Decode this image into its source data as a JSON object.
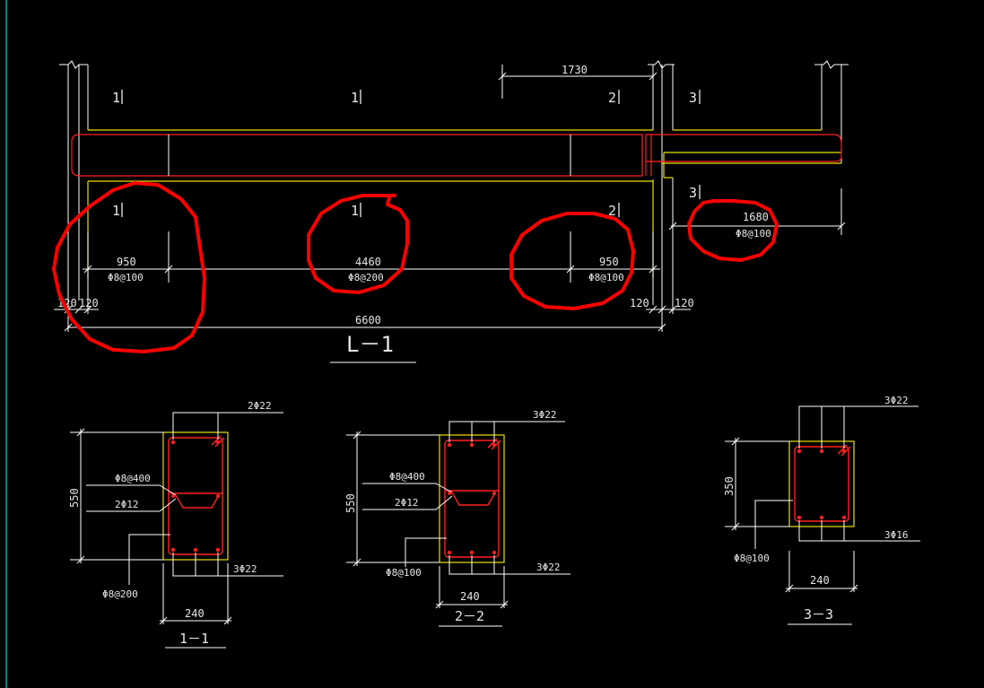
{
  "colors": {
    "background": "#000000",
    "beam_outline": "#e8e000",
    "dimension": "#ffffff",
    "rebar": "#ff2020",
    "markup": "#ff0000",
    "left_border": "#00ffff"
  },
  "elevation": {
    "title": "L－1",
    "top_dim": "1730",
    "section_marks": {
      "m1_top": "1",
      "m1_top_mid": "1",
      "m2_top": "2",
      "m3_top": "3",
      "m1_bot_left": "1",
      "m1_bot_mid": "1",
      "m2_bot": "2",
      "m3_bot": "3"
    },
    "dims": {
      "left_len": "950",
      "left_stirrup": "Φ8@100",
      "mid_len": "4460",
      "mid_stirrup": "Φ8@200",
      "right_len": "950",
      "right_stirrup": "Φ8@100",
      "ext_len": "1680",
      "ext_stirrup": "Φ8@100",
      "sup_left_a": "120",
      "sup_left_b": "120",
      "sup_right_a": "120",
      "sup_right_b": "120",
      "total": "6600"
    }
  },
  "sections": {
    "s11": {
      "title": "1－1",
      "top_bars": "2Φ22",
      "side_stirrup": "Φ8@400",
      "side_bars": "2Φ12",
      "bottom_bars": "3Φ22",
      "stirrup": "Φ8@200",
      "height": "550",
      "width": "240"
    },
    "s22": {
      "title": "2－2",
      "top_bars": "3Φ22",
      "side_stirrup": "Φ8@400",
      "side_bars": "2Φ12",
      "bottom_bars": "3Φ22",
      "stirrup": "Φ8@100",
      "height": "550",
      "width": "240"
    },
    "s33": {
      "title": "3－3",
      "top_bars": "3Φ22",
      "bottom_bars": "3Φ16",
      "stirrup": "Φ8@100",
      "height": "350",
      "width": "240"
    }
  }
}
